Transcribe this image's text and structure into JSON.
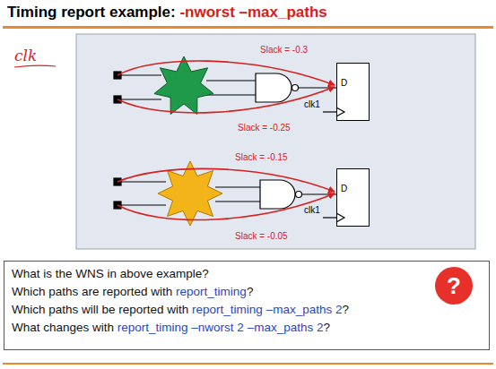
{
  "diagram": {
    "title": "Timing report example: -nworst –max_paths",
    "nodes": [
      {
        "text": [
          "D"
        ]
      },
      {
        "text": [
          "D"
        ]
      },
      {
        "text": [
          "What is the WNS in above example?",
          "Which paths are reported with report_timing?",
          "Which paths will be reported with report_timing –max_paths 2?",
          "What changes with report_timing –nworst 2 –max_paths 2?"
        ]
      },
      {
        "text": [
          "?"
        ],
        "in": 2
      }
    ],
    "labels": [
      "clk",
      "Slack = -0.3",
      "Slack = -0.25",
      "clk1",
      "Slack = -0.15",
      "Slack = -0.05",
      "clk1"
    ]
  }
}
